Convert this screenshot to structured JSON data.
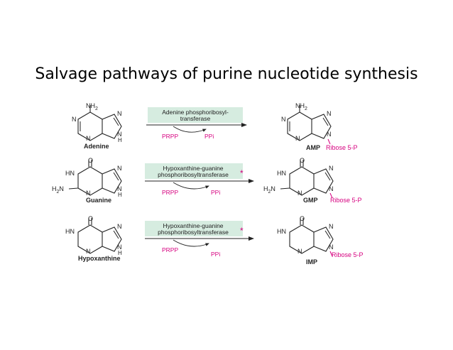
{
  "slide": {
    "title": "Salvage pathways of purine nucleotide synthesis"
  },
  "colors": {
    "enzyme_box": "#d6ece0",
    "magenta": "#d6007f",
    "ink": "#222222"
  },
  "atoms": {
    "N": "N",
    "NH2": "NH",
    "sub2": "2",
    "H2N_H": "H",
    "H2N_N": "N",
    "HN": "HN",
    "O": "O",
    "H": "H"
  },
  "reactions": [
    {
      "substrate": "Adenine",
      "enzyme_line1": "Adenine phosphoribosyl-",
      "enzyme_line2": "transferase",
      "cosubstrate": "PRPP",
      "byproduct": "PPi",
      "product": "AMP",
      "product_sugar": "Ribose 5-P"
    },
    {
      "substrate": "Guanine",
      "enzyme_line1": "Hypoxanthine-guanine",
      "enzyme_line2": "phosphoribosyltransferase",
      "asterisk": "*",
      "cosubstrate": "PRPP",
      "byproduct": "PPi",
      "product": "GMP",
      "product_sugar": "Ribose 5-P"
    },
    {
      "substrate": "Hypoxanthine",
      "enzyme_line1": "Hypoxanthine-guanine",
      "enzyme_line2": "phosphoribosyltransferase",
      "asterisk": "*",
      "cosubstrate": "PRPP",
      "byproduct": "PPi",
      "product": "IMP",
      "product_sugar": "Ribose 5-P"
    }
  ]
}
